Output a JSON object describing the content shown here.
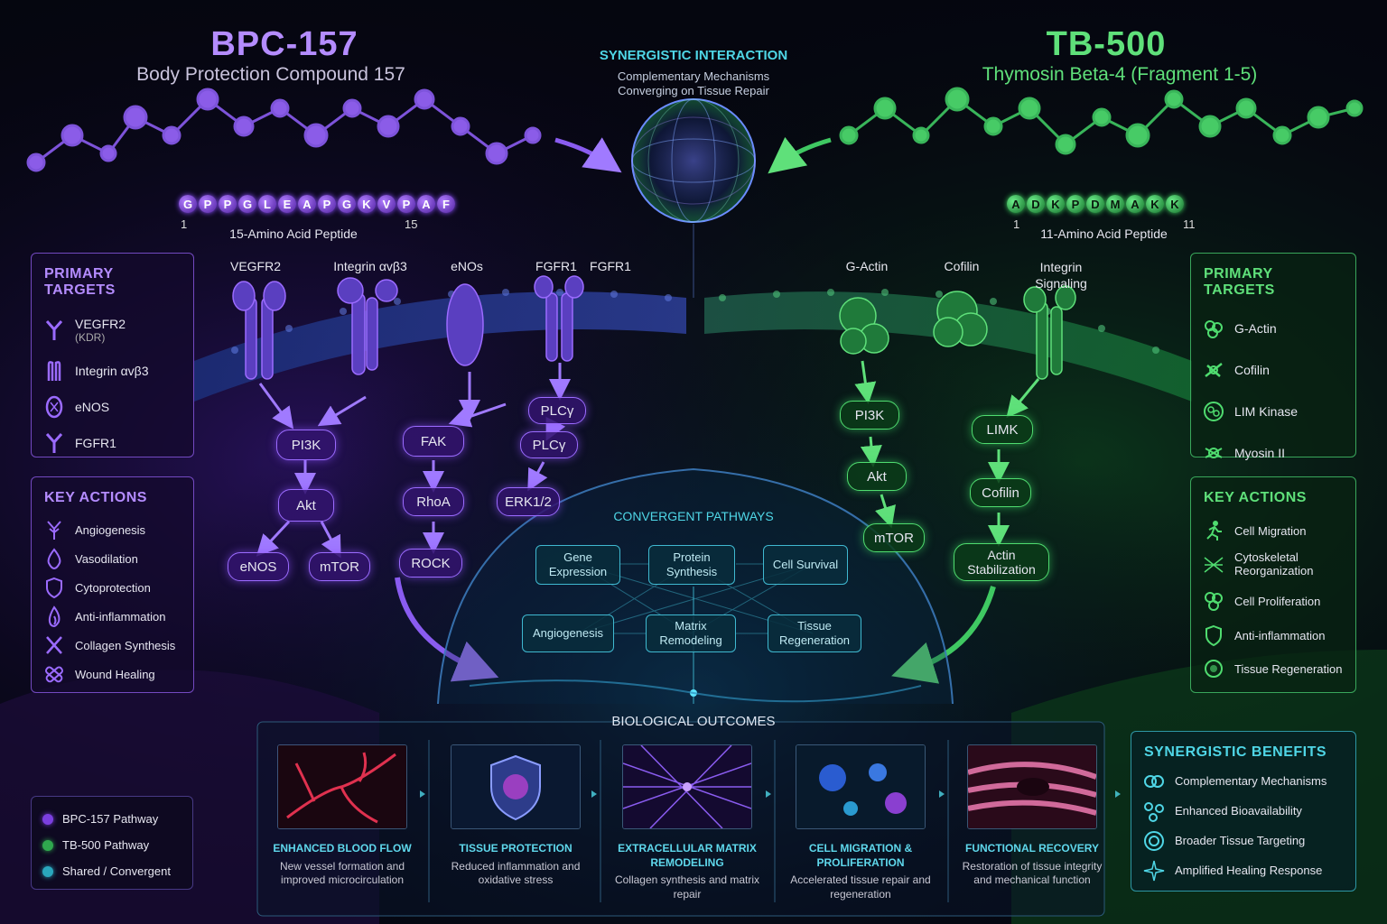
{
  "bpc": {
    "title": "BPC-157",
    "subtitle": "Body Protection Compound 157",
    "sequence": [
      "G",
      "P",
      "P",
      "G",
      "L",
      "E",
      "A",
      "P",
      "G",
      "K",
      "V",
      "P",
      "A",
      "F"
    ],
    "seq_start": "1",
    "seq_end": "15",
    "seq_caption": "15-Amino Acid Peptide"
  },
  "tb": {
    "title": "TB-500",
    "subtitle": "Thymosin Beta-4 (Fragment 1-5)",
    "sequence": [
      "A",
      "D",
      "K",
      "P",
      "D",
      "M",
      "A",
      "K",
      "K"
    ],
    "seq_start": "1",
    "seq_end": "11",
    "seq_caption": "11-Amino Acid Peptide"
  },
  "synergy": {
    "title": "SYNERGISTIC INTERACTION",
    "line1": "Complementary Mechanisms",
    "line2": "Converging on Tissue Repair"
  },
  "left_targets": {
    "heading": "PRIMARY TARGETS",
    "items": [
      {
        "label": "VEGFR2",
        "sub": "(KDR)",
        "icon": "receptor-icon"
      },
      {
        "label": "Integrin αvβ3",
        "icon": "integrin-icon"
      },
      {
        "label": "eNOS",
        "icon": "enzyme-icon"
      },
      {
        "label": "FGFR1",
        "icon": "receptor-icon"
      }
    ]
  },
  "left_actions": {
    "heading": "KEY ACTIONS",
    "items": [
      {
        "label": "Angiogenesis",
        "icon": "vessel-icon"
      },
      {
        "label": "Vasodilation",
        "icon": "drop-icon"
      },
      {
        "label": "Cytoprotection",
        "icon": "shield-icon"
      },
      {
        "label": "Anti-inflammation",
        "icon": "flame-icon"
      },
      {
        "label": "Collagen Synthesis",
        "icon": "helix-icon"
      },
      {
        "label": "Wound Healing",
        "icon": "bandage-icon"
      }
    ]
  },
  "right_targets": {
    "heading": "PRIMARY TARGETS",
    "items": [
      {
        "label": "G-Actin",
        "icon": "protein-icon"
      },
      {
        "label": "Cofilin",
        "icon": "protein-icon"
      },
      {
        "label": "LIM Kinase",
        "icon": "protein-icon"
      },
      {
        "label": "Myosin II",
        "icon": "protein-icon"
      }
    ]
  },
  "right_actions": {
    "heading": "KEY ACTIONS",
    "items": [
      {
        "label": "Cell Migration",
        "icon": "runner-icon"
      },
      {
        "label": "Cytoskeletal Reorganization",
        "icon": "network-icon"
      },
      {
        "label": "Cell Proliferation",
        "icon": "cells-icon"
      },
      {
        "label": "Anti-inflammation",
        "icon": "shield-icon"
      },
      {
        "label": "Tissue Regeneration",
        "icon": "cells-icon"
      }
    ]
  },
  "membrane_labels": {
    "vegfr2": "VEGFR2",
    "integrin": "Integrin αvβ3",
    "enos": "eNOs",
    "fgfr1a": "FGFR1",
    "fgfr1b": "FGFR1",
    "gactin": "G-Actin",
    "cofilin": "Cofilin",
    "integrin_signal": "Integrin Signaling"
  },
  "bpc_nodes": {
    "pi3k": "PI3K",
    "akt": "Akt",
    "enos": "eNOS",
    "mtor": "mTOR",
    "fak": "FAK",
    "rhoa": "RhoA",
    "rock": "ROCK",
    "plcy1": "PLCγ",
    "plcy2": "PLCγ",
    "erk": "ERK1/2"
  },
  "tb_nodes": {
    "pi3k": "PI3K",
    "akt": "Akt",
    "mtor": "mTOR",
    "limk": "LIMK",
    "cofilin": "Cofilin",
    "actin": "Actin Stabilization"
  },
  "convergent": {
    "title": "CONVERGENT PATHWAYS",
    "nodes": {
      "gene": "Gene Expression",
      "protein": "Protein Synthesis",
      "survival": "Cell Survival",
      "angio": "Angiogenesis",
      "matrix": "Matrix Remodeling",
      "tissue": "Tissue Regeneration"
    }
  },
  "outcomes": {
    "title": "BIOLOGICAL OUTCOMES",
    "items": [
      {
        "title": "ENHANCED BLOOD FLOW",
        "desc": "New vessel formation and improved microcirculation"
      },
      {
        "title": "TISSUE PROTECTION",
        "desc": "Reduced inflammation and oxidative stress"
      },
      {
        "title": "EXTRACELLULAR MATRIX REMODELING",
        "desc": "Collagen synthesis and matrix repair"
      },
      {
        "title": "CELL MIGRATION & PROLIFERATION",
        "desc": "Accelerated tissue repair and regeneration"
      },
      {
        "title": "FUNCTIONAL RECOVERY",
        "desc": "Restoration of tissue integrity and mechanical function"
      }
    ]
  },
  "benefits": {
    "heading": "SYNERGISTIC BENEFITS",
    "items": [
      {
        "label": "Complementary Mechanisms",
        "icon": "link-icon"
      },
      {
        "label": "Enhanced Bioavailability",
        "icon": "molecule-icon"
      },
      {
        "label": "Broader Tissue Targeting",
        "icon": "target-icon"
      },
      {
        "label": "Amplified Healing Response",
        "icon": "spark-icon"
      }
    ]
  },
  "legend": {
    "items": [
      {
        "label": "BPC-157 Pathway",
        "color": "#7b3fe0"
      },
      {
        "label": "TB-500 Pathway",
        "color": "#2fa84e"
      },
      {
        "label": "Shared / Convergent",
        "color": "#2aa7bd"
      }
    ]
  },
  "colors": {
    "bpc": "#9b6bff",
    "tb": "#4fdc6f",
    "shared": "#3fb8d0"
  }
}
